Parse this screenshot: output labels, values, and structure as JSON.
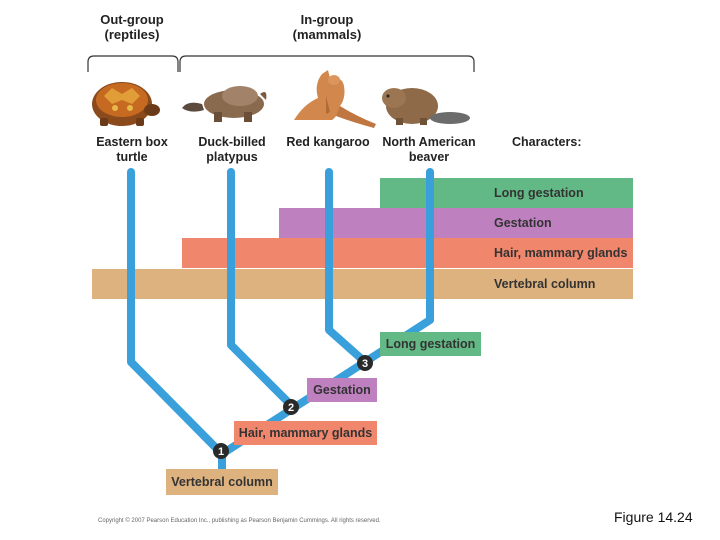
{
  "groups": {
    "outgroup": {
      "line1": "Out-group",
      "line2": "(reptiles)"
    },
    "ingroup": {
      "line1": "In-group",
      "line2": "(mammals)"
    }
  },
  "taxa": [
    {
      "line1": "Eastern box",
      "line2": "turtle"
    },
    {
      "line1": "Duck-billed",
      "line2": "platypus"
    },
    {
      "line1": "Red kangaroo",
      "line2": ""
    },
    {
      "line1": "North American",
      "line2": "beaver"
    }
  ],
  "characters_title": "Characters:",
  "bands": [
    {
      "label": "Long gestation",
      "color": "#63b985"
    },
    {
      "label": "Gestation",
      "color": "#bf80c0"
    },
    {
      "label": "Hair, mammary glands",
      "color": "#f0876c"
    },
    {
      "label": "Vertebral column",
      "color": "#ddb27f"
    }
  ],
  "nodes": [
    {
      "number": "3",
      "label": "Long gestation",
      "color": "#63b985"
    },
    {
      "number": "2",
      "label": "Gestation",
      "color": "#bf80c0"
    },
    {
      "number": "1",
      "label": "Hair, mammary glands",
      "color": "#f0876c"
    },
    {
      "number": "",
      "label": "Vertebral column",
      "color": "#ddb27f"
    }
  ],
  "branch_color": "#3aa0dc",
  "copyright": "Copyright © 2007 Pearson Education Inc., publishing as Pearson Benjamin Cummings. All rights reserved.",
  "figure_caption": "Figure 14.24"
}
